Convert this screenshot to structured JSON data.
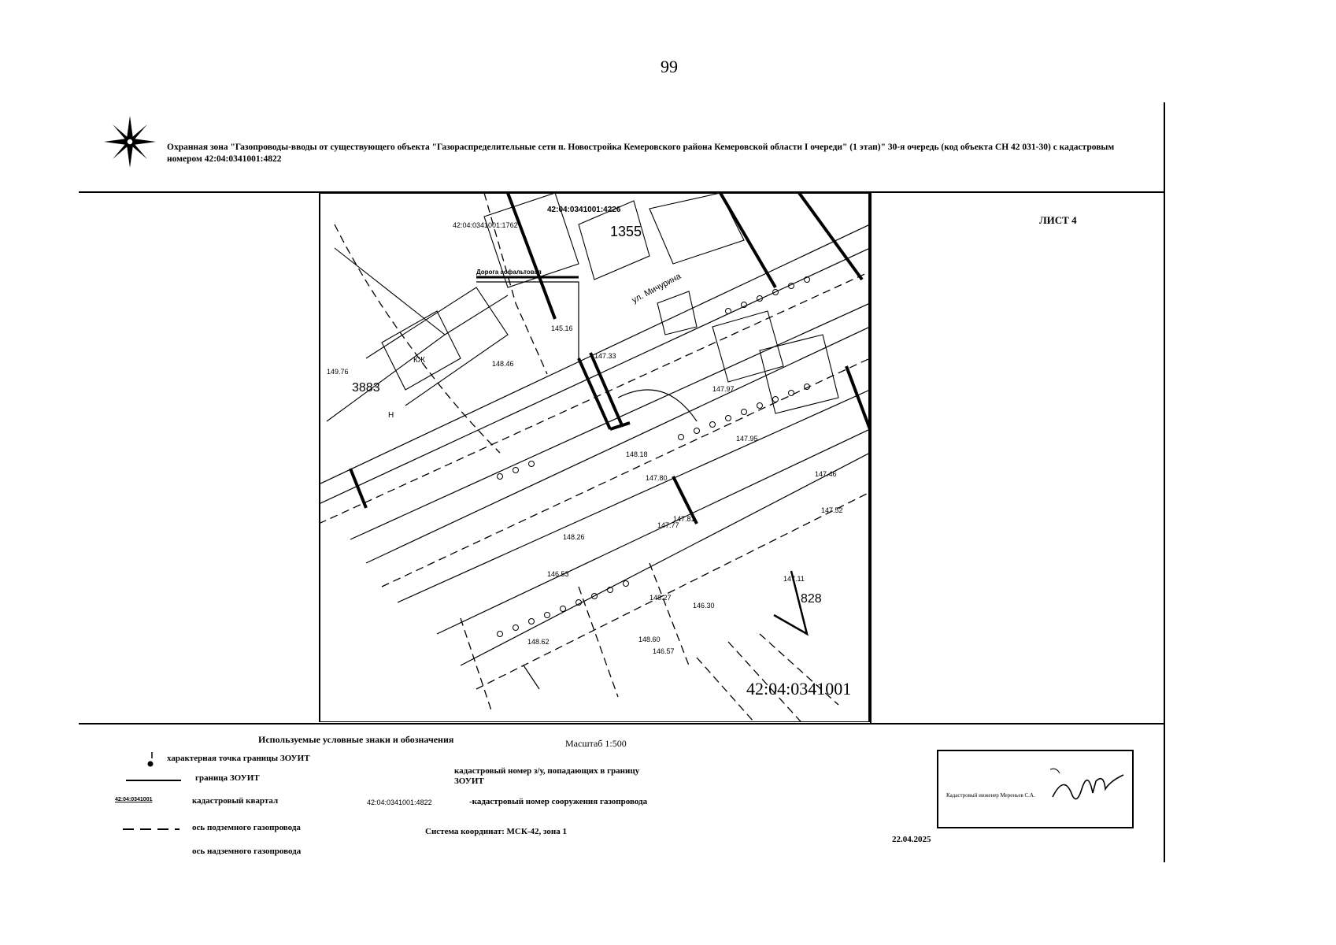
{
  "page_number": "99",
  "header": {
    "title": "Охранная зона \"Газопроводы-вводы от существующего объекта \"Газораспределительные сети п. Новостройка Кемеровского района Кемеровской области I очереди\" (1 этап)\" 30-я очередь (код объекта СН 42 031-30) с кадастровым номером 42:04:0341001:4822"
  },
  "sheet_label": "ЛИСТ 4",
  "map": {
    "quarter_label": "42:04:0341001",
    "labels": {
      "parcel_top": "42:04:0341001:1762",
      "parcel_bold": "42:04:0341001:4226",
      "building_1355": "1355",
      "building_3883": "3883",
      "building_828": "828",
      "street": "ул. Мичурина",
      "callout": "Дорога асфальтовая",
      "kzh": "КЖ",
      "n": "Н"
    },
    "spot_heights": [
      "147.33",
      "148.46",
      "149.76",
      "147.97",
      "147.95",
      "148.18",
      "145.16",
      "147.80",
      "147.77",
      "146.53",
      "148.26",
      "147.81",
      "148.27",
      "147.11",
      "146.30",
      "146.57",
      "148.60",
      "147.52",
      "148.62",
      "147.46"
    ]
  },
  "legend": {
    "heading": "Используемые условные знаки и обозначения",
    "scale": "Масштаб 1:500",
    "items": {
      "point": "характерная точка границы ЗОУИТ",
      "boundary": "граница ЗОУИТ",
      "quarter_sample": "42:04:0341001",
      "quarter": "кадастровый квартал",
      "parcel": "кадастровый номер з/у, попадающих в границу ЗОУИТ",
      "facility_sample": "42:04:0341001:4822",
      "facility": "-кадастровый номер сооружения газопровода",
      "underground": "ось подземного газопровода",
      "aboveground": "ось надземного газопровода"
    },
    "coord_system": "Система координат: МСК-42, зона 1"
  },
  "stamp": {
    "text": "Кадастровый инженер Мереньев С.А."
  },
  "date": "22.04.2025"
}
